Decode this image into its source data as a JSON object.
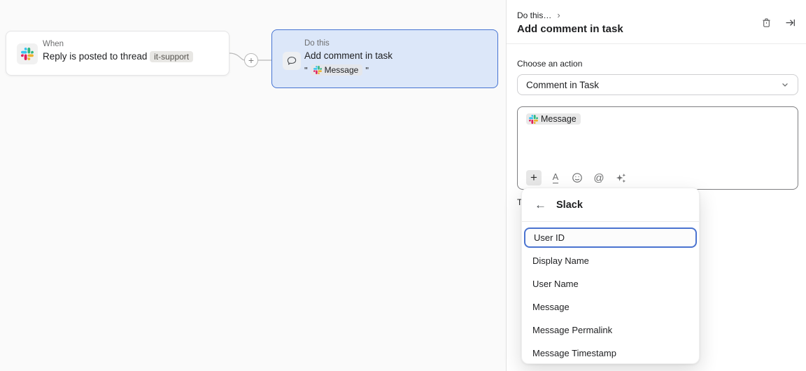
{
  "canvas": {
    "when_card": {
      "kicker": "When",
      "title": "Reply is posted to thread",
      "channel_chip": "it-support"
    },
    "connector_plus": "+",
    "do_card": {
      "kicker": "Do this",
      "title": "Add comment in task",
      "open_quote": "\"",
      "variable_chip": "Message",
      "close_quote": "\""
    }
  },
  "panel": {
    "breadcrumb": "Do this…",
    "breadcrumb_chevron": "›",
    "title": "Add comment in task",
    "action_section": {
      "label": "Choose an action",
      "selected_value": "Comment in Task"
    },
    "composer": {
      "variable_chip": "Message",
      "toolbar": {
        "plus": "+",
        "format": "A",
        "at": "@"
      }
    },
    "obscured_label_fragment": "T",
    "variable_menu": {
      "back_arrow": "←",
      "header": "Slack",
      "items": [
        "User ID",
        "Display Name",
        "User Name",
        "Message",
        "Message Permalink",
        "Message Timestamp"
      ],
      "selected_index": 0
    }
  },
  "colors": {
    "accent_blue": "#4573d2",
    "selected_node_bg": "#dce7f9",
    "canvas_bg": "#fafafa",
    "slack_blue": "#36c5f0",
    "slack_green": "#2eb67d",
    "slack_red": "#e01e5a",
    "slack_yellow": "#ecb22e"
  }
}
